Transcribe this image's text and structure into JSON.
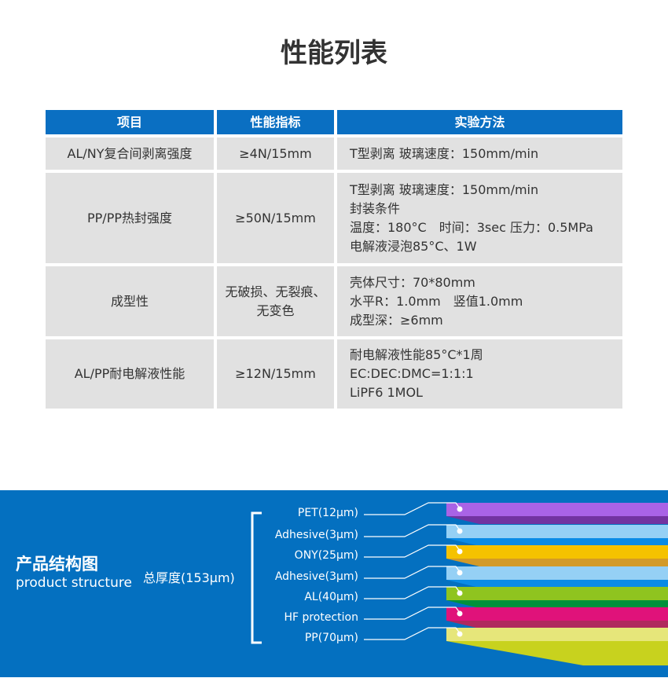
{
  "title": "性能列表",
  "table": {
    "headers": [
      "项目",
      "性能指标",
      "实验方法"
    ],
    "rows": [
      {
        "item": "AL/NY复合间剥离强度",
        "value": "≥4N/15mm",
        "method": [
          "T型剥离 玻璃速度：150mm/min"
        ]
      },
      {
        "item": "PP/PP热封强度",
        "value": "≥50N/15mm",
        "method": [
          "T型剥离 玻璃速度：150mm/min",
          "封装条件",
          "温度：180°C　时间：3sec 压力：0.5MPa",
          "电解液浸泡85°C、1W"
        ]
      },
      {
        "item": "成型性",
        "value": "无破损、无裂痕、无变色",
        "method": [
          "壳体尺寸：70*80mm",
          "水平R：1.0mm　竖值1.0mm",
          "成型深：≥6mm"
        ]
      },
      {
        "item": "AL/PP耐电解液性能",
        "value": "≥12N/15mm",
        "method": [
          "耐电解液性能85°C*1周",
          "EC:DEC:DMC=1:1:1",
          "LiPF6  1MOL"
        ]
      }
    ]
  },
  "structure": {
    "title_cn": "产品结构图",
    "title_en": "product structure",
    "total": "总厚度(153μm)",
    "layers": [
      {
        "label": "PET(12μm)",
        "color": "#a963e6",
        "dark": "#7233a0"
      },
      {
        "label": "Adhesive(3μm)",
        "color": "#95d0f5",
        "dark": "#0a8be6"
      },
      {
        "label": "ONY(25μm)",
        "color": "#f5c200",
        "dark": "#d39a28"
      },
      {
        "label": "Adhesive(3μm)",
        "color": "#95d0f5",
        "dark": "#0a8be6"
      },
      {
        "label": "AL(40μm)",
        "color": "#8fc41f",
        "dark": "#00913b"
      },
      {
        "label": "HF protection",
        "color": "#e0127a",
        "dark": "#b0295e"
      },
      {
        "label": "PP(70μm)",
        "color": "#e6e67a",
        "dark": "#c8d21e"
      }
    ]
  }
}
